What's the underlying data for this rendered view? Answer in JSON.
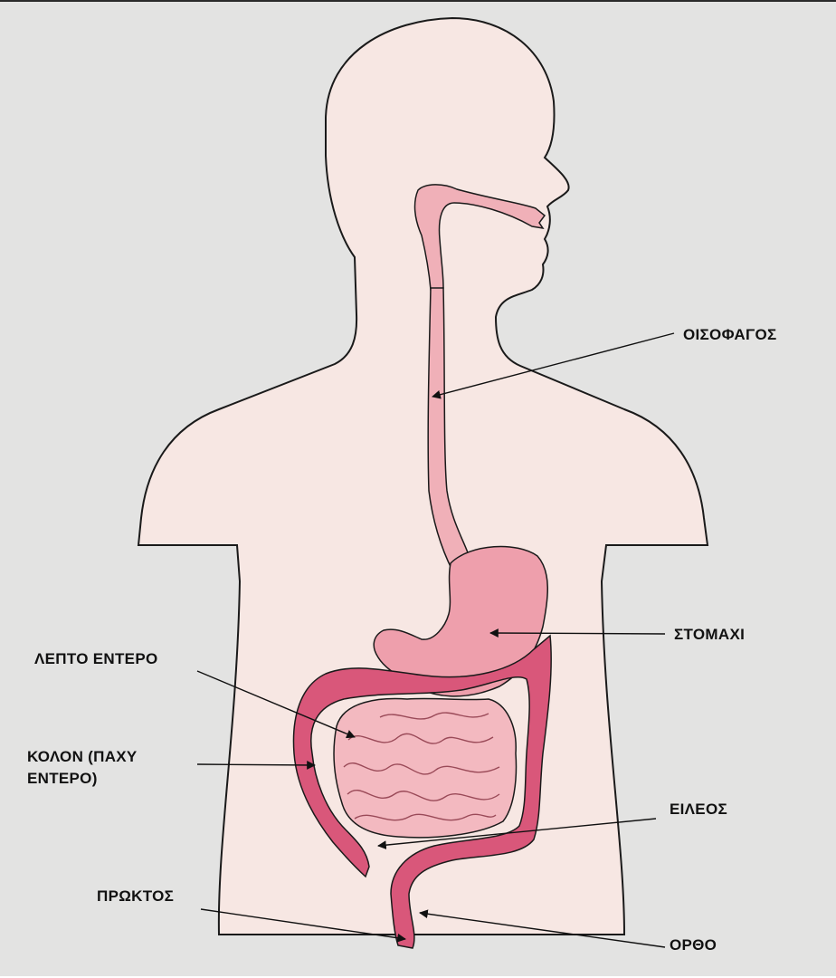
{
  "colors": {
    "background": "#e3e3e2",
    "body_fill": "#f7e7e3",
    "body_outline": "#1a1a1a",
    "tract_fill": "#f0b0b8",
    "stomach_fill": "#ee9fac",
    "intestine_fill": "#f3b9c0",
    "colon_fill": "#d9577a",
    "pointer_line": "#111111"
  },
  "labels": {
    "oesophagus": "ΟΙΣΟΦΑΓΟΣ",
    "stomach": "ΣΤΟΜΑΧΙ",
    "small_intestine": "ΛΕΠΤΟ ΕΝΤΕΡΟ",
    "colon_line1": "ΚΟΛΟΝ (ΠΑΧΥ",
    "colon_line2": "ΕΝΤΕΡΟ)",
    "ileum": "ΕΙΛΕΟΣ",
    "anus": "ΠΡΩΚΤΟΣ",
    "rectum": "ΟΡΘΟ"
  }
}
